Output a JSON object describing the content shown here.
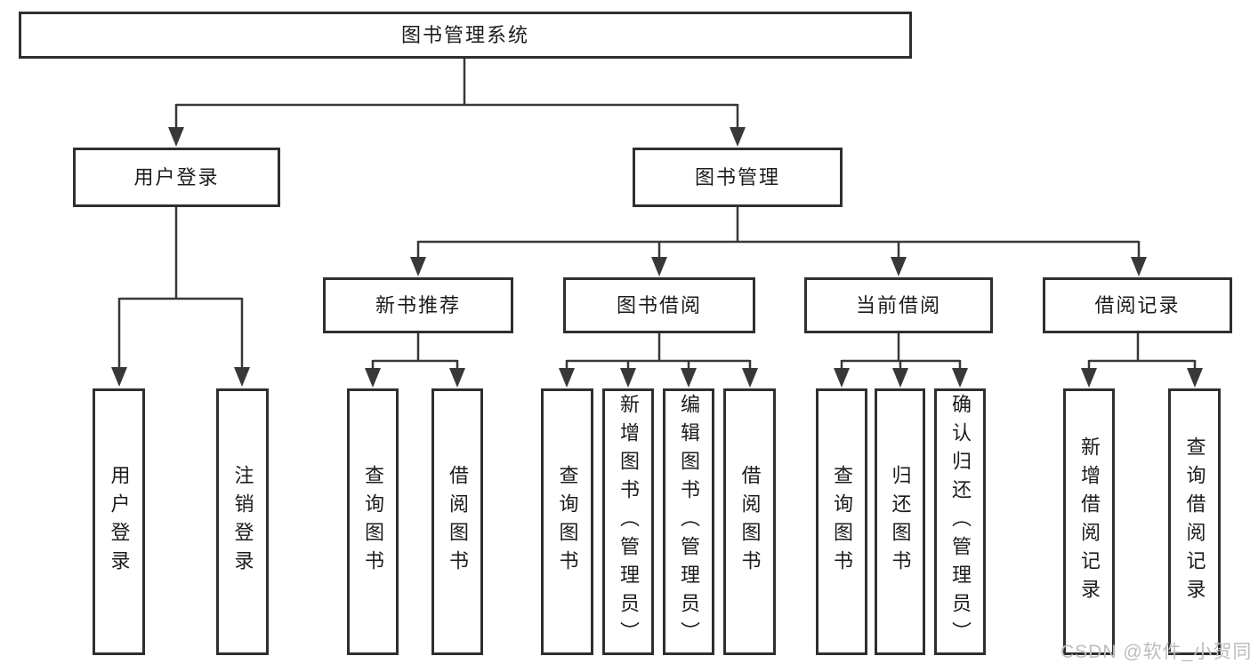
{
  "tree": {
    "root": "图书管理系统",
    "children": [
      {
        "label": "用户登录",
        "children": [
          "用户登录",
          "注销登录"
        ]
      },
      {
        "label": "图书管理",
        "children": [
          {
            "label": "新书推荐",
            "children": [
              "查询图书",
              "借阅图书"
            ]
          },
          {
            "label": "图书借阅",
            "children": [
              "查询图书",
              "新增图书（管理员）",
              "编辑图书（管理员）",
              "借阅图书"
            ]
          },
          {
            "label": "当前借阅",
            "children": [
              "查询图书",
              "归还图书",
              "确认归还（管理员）"
            ]
          },
          {
            "label": "借阅记录",
            "children": [
              "新增借阅记录",
              "查询借阅记录"
            ]
          }
        ]
      }
    ]
  },
  "watermark": {
    "text": "CSDN @软件_小贺同学"
  },
  "colors": {
    "line": "#383838",
    "box_border": "#2f2f2f",
    "text": "#1c1c1c",
    "watermark": "#bdbdbd",
    "background": "#ffffff"
  }
}
